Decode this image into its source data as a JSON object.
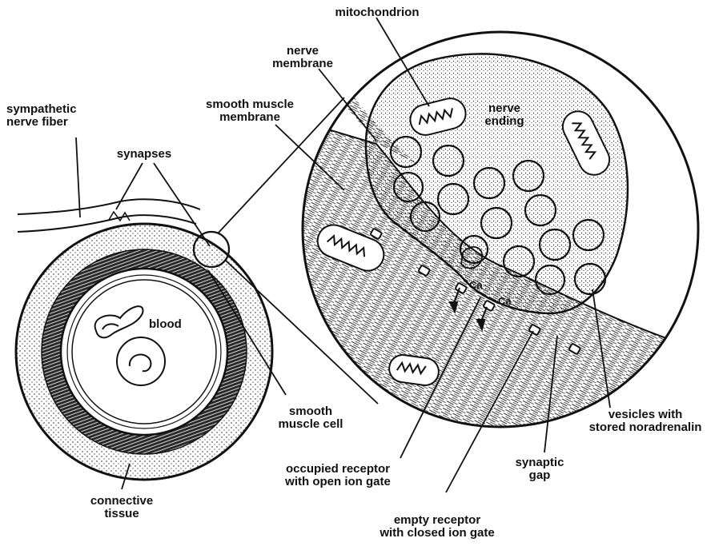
{
  "labels": {
    "mitochondrion": "mitochondrion",
    "nerve_membrane": "nerve\nmembrane",
    "smooth_muscle_membrane": "smooth muscle\nmembrane",
    "sympathetic_nerve_fiber": "sympathetic\nnerve fiber",
    "synapses": "synapses",
    "nerve_ending": "nerve\nending",
    "blood": "blood",
    "ca_1": "Ca",
    "ca_2": "Ca",
    "smooth_muscle_cell": "smooth\nmuscle cell",
    "vesicles": "vesicles with\nstored noradrenalin",
    "occupied_receptor": "occupied receptor\nwith open ion gate",
    "synaptic_gap": "synaptic\ngap",
    "connective_tissue": "connective\ntissue",
    "empty_receptor": "empty receptor\nwith closed ion gate"
  },
  "colors": {
    "ink": "#111111",
    "paper": "#ffffff"
  }
}
